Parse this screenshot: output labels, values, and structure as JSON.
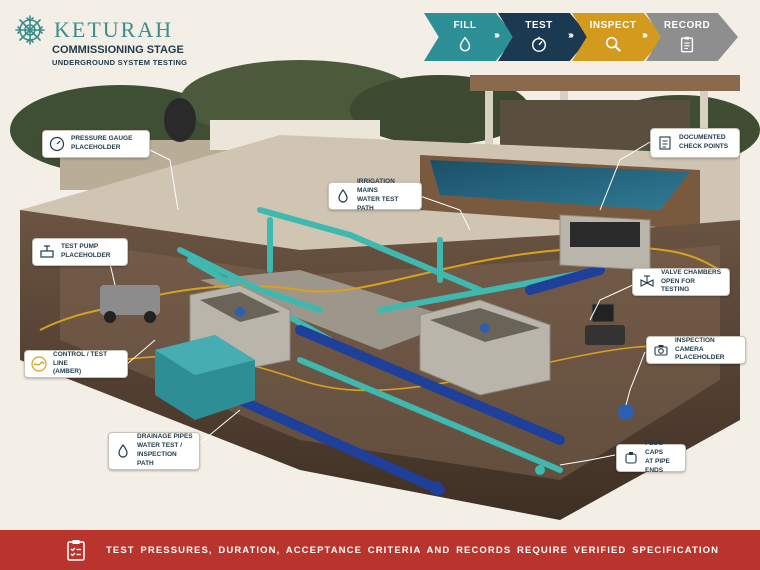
{
  "brand": {
    "name": "KETURAH",
    "logo_icon": "snowflake-ornament-icon",
    "color": "#3b8e8b"
  },
  "stage": {
    "title": "COMMISSIONING STAGE",
    "subtitle": "UNDERGROUND SYSTEM TESTING"
  },
  "steps": [
    {
      "label": "FILL",
      "icon": "water-drop-icon",
      "color": "#2b8f95"
    },
    {
      "label": "TEST",
      "icon": "gauge-icon",
      "color": "#1b3a52"
    },
    {
      "label": "INSPECT",
      "icon": "magnifier-icon",
      "color": "#d49a1e"
    },
    {
      "label": "RECORD",
      "icon": "clipboard-icon",
      "color": "#8e8e8e"
    }
  ],
  "callouts": {
    "pressure_gauge": "PRESSURE GAUGE\nPLACEHOLDER",
    "test_pump": "TEST PUMP\nPLACEHOLDER",
    "control_line": "CONTROL / TEST LINE\n(AMBER)",
    "drainage": "DRAINAGE PIPES\nWATER TEST /\nINSPECTION PATH",
    "irrigation": "IRRIGATION MAINS\nWATER TEST PATH",
    "documented": "DOCUMENTED\nCHECK POINTS",
    "valve": "VALVE CHAMBERS\nOPEN FOR TESTING",
    "camera": "INSPECTION CAMERA\nPLACEHOLDER",
    "plug_caps": "PLUG CAPS\nAT PIPE ENDS"
  },
  "footer": {
    "text": "TEST PRESSURES, DURATION,  ACCEPTANCE  CRITERIA  AND  RECORDS  REQUIRE  VERIFIED SPECIFICATION",
    "icon": "checklist-clipboard-icon",
    "color": "#b8342d"
  },
  "colors": {
    "teal_pipe": "#3fb8b0",
    "blue_pipe": "#1e3f9a",
    "amber_line": "#d9a21e",
    "soil": "#5a4636"
  }
}
